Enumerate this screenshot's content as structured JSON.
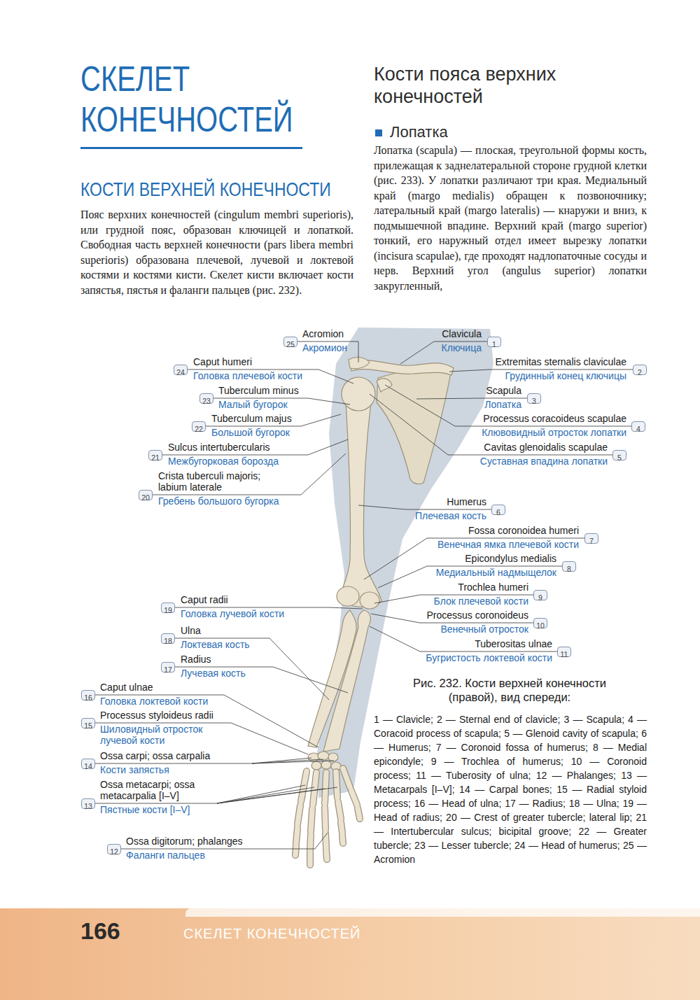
{
  "diagram": {
    "title": "СКЕЛЕТ КОНЕЧНОСТЕЙ",
    "caption": "Рис. 232. Кости верхней конечности (правой), вид спереди:",
    "nodes": [
      {
        "text": [
          "1"
        ]
      },
      {
        "text": [
          "2"
        ]
      },
      {
        "text": [
          "3"
        ]
      },
      {
        "text": [
          "4"
        ]
      },
      {
        "text": [
          "5"
        ]
      },
      {
        "text": [
          "6"
        ]
      },
      {
        "text": [
          "7"
        ]
      },
      {
        "text": [
          "8"
        ]
      },
      {
        "text": [
          "9"
        ]
      },
      {
        "text": [
          "10"
        ]
      },
      {
        "text": [
          "11"
        ]
      },
      {
        "text": [
          "12"
        ]
      },
      {
        "text": [
          "13"
        ]
      },
      {
        "text": [
          "14"
        ]
      },
      {
        "text": [
          "15"
        ]
      },
      {
        "text": [
          "16"
        ]
      },
      {
        "text": [
          "17"
        ]
      },
      {
        "text": [
          "18"
        ]
      },
      {
        "text": [
          "19"
        ]
      },
      {
        "text": [
          "20"
        ]
      },
      {
        "text": [
          "21"
        ]
      },
      {
        "text": [
          "22"
        ]
      },
      {
        "text": [
          "23"
        ]
      },
      {
        "text": [
          "24"
        ]
      },
      {
        "text": [
          "25"
        ]
      }
    ],
    "labels": [
      "КОСТИ ВЕРХНЕЙ КОНЕЧНОСТИ",
      "Пояс верхних конечностей (cingulum membri superioris), или грудной пояс, образован ключицей и лопаткой. Свободная часть верхней конечности (pars libera membri superioris) образована плечевой, лучевой и локтевой костями и костями кисти. Скелет кисти включает кости запястья, пястья и фаланги пальцев (рис. 232).",
      "Кости пояса верхних конечностей",
      "Лопатка",
      "Лопатка (scapula) — плоская, треугольной формы кость, прилежащая к заднелатеральной стороне грудной клетки (рис. 233). У лопатки различают три края. Медиальный край (margo medialis) обращен к позвоночнику; латеральный край (margo lateralis) — кнаружи и вниз, к подмышечной впадине. Верхний край (margo superior) тонкий, его наружный отдел имеет вырезку лопатки (incisura scapulae), где проходят надлопаточные сосуды и нерв. Верхний угол (angulus superior) лопатки закругленный,",
      "Clavicula",
      "Ключица",
      "Extremitas sternalis claviculae",
      "Грудинный конец ключицы",
      "Scapula",
      "Лопатка",
      "Processus coracoideus scapulae",
      "Клювовидный отросток лопатки",
      "Cavitas glenoidalis scapulae",
      "Суставная впадина лопатки",
      "Humerus",
      "Плечевая кость",
      "Fossa coronoidea humeri",
      "Венечная ямка плечевой кости",
      "Epicondylus medialis",
      "Медиальный надмыщелок",
      "Trochlea humeri",
      "Блок плечевой кости",
      "Processus coronoideus",
      "Венечный отросток",
      "Tuberositas ulnae",
      "Бугристость локтевой кости",
      "Ossa digitorum; phalanges",
      "Фаланги пальцев",
      "Ossa metacarpi; ossa metacarpalia [I–V]",
      "Пястные кости [I–V]",
      "Ossa carpi; ossa carpalia",
      "Кости запястья",
      "Processus styloideus radii",
      "Шиловидный отросток лучевой кости",
      "Caput ulnae",
      "Головка локтевой кости",
      "Radius",
      "Лучевая кость",
      "Ulna",
      "Локтевая кость",
      "Caput radii",
      "Головка лучевой кости",
      "Crista tuberculi majoris; labium laterale",
      "Гребень большого бугорка",
      "Sulcus intertubercularis",
      "Межбугорковая борозда",
      "Tuberculum majus",
      "Большой бугорок",
      "Tuberculum minus",
      "Малый бугорок",
      "Caput humeri",
      "Головка плечевой кости",
      "Acromion",
      "Акромион",
      "1 — Clavicle; 2 — Sternal end of clavicle; 3 — Scapula; 4 — Coracoid process of scapula; 5 — Glenoid cavity of scapula; 6 — Humerus; 7 — Coronoid fossa of humerus; 8 — Medial epicondyle; 9 — Trochlea of humerus; 10 — Coronoid process; 11 — Tuberosity of ulna; 12 — Phalanges; 13 — Metacarpals [I–V]; 14 — Carpal bones; 15 — Radial styloid process; 16 — Head of ulna; 17 — Radius; 18 — Ulna; 19 — Head of radius; 20 — Crest of greater tubercle; lateral lip; 21 — Intertubercular sulcus; bicipital groove; 22 — Greater tubercle; 23 — Lesser tubercle; 24 — Head of humerus; 25 — Acromion",
      "166",
      "СКЕЛЕТ КОНЕЧНОСТЕЙ"
    ]
  }
}
